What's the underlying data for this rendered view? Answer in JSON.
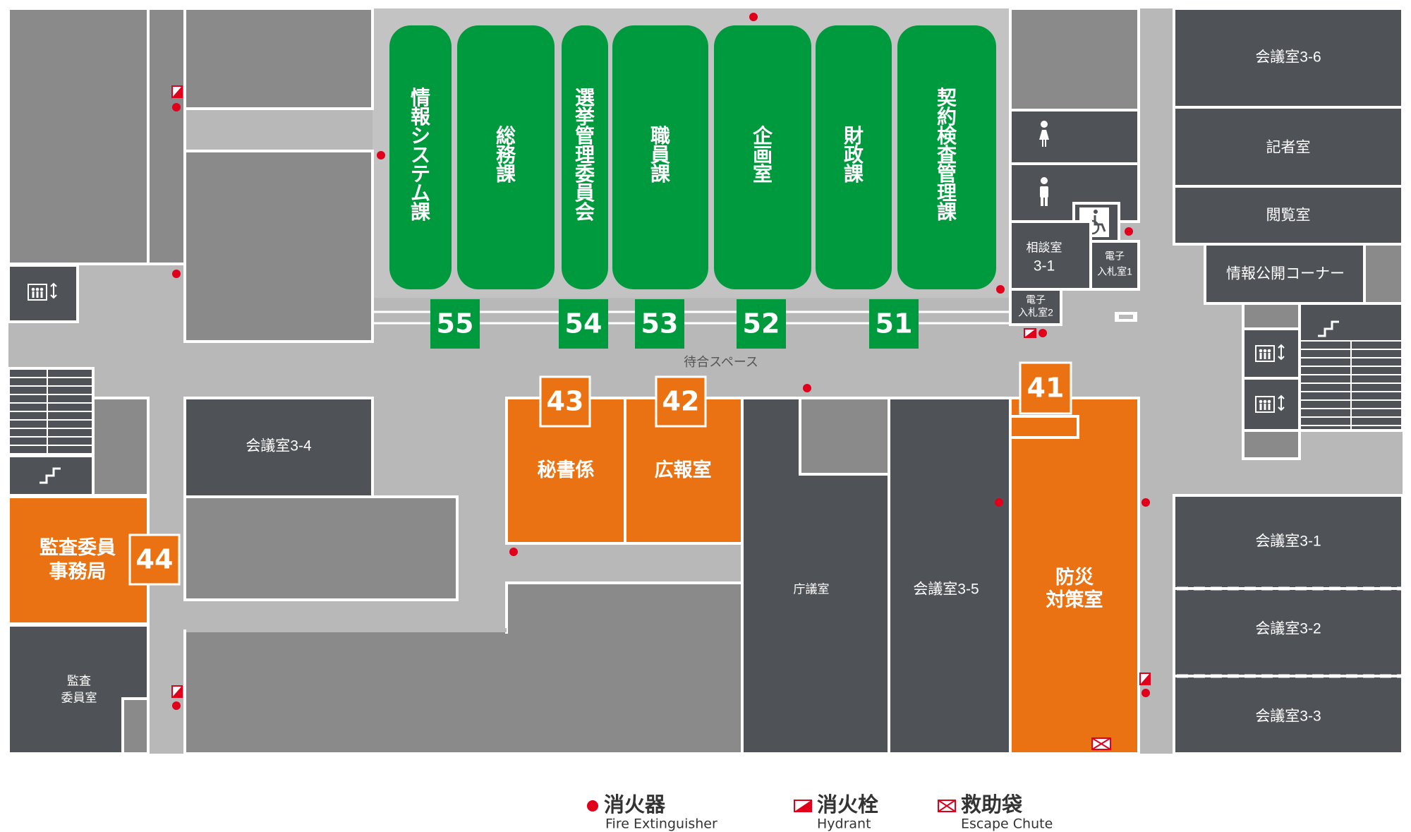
{
  "rooms": {
    "kaigi_3_6": "会議室3-6",
    "kishashitsu": "記者室",
    "etsuranshitsu": "閲覧室",
    "joho_kokai": "情報公開コーナー",
    "sodan_3_1": [
      "相談室",
      "3-1"
    ],
    "denshi_1": [
      "電子",
      "入札室1"
    ],
    "denshi_2": [
      "電子",
      "入札室2"
    ],
    "kaigi_3_4": "会議室3-4",
    "kaigi_3_5": "会議室3-5",
    "chogishitsu": "庁議室",
    "kaigi_3_1": "会議室3-1",
    "kaigi_3_2": "会議室3-2",
    "kaigi_3_3": "会議室3-3",
    "kansa_iinshitsu": [
      "監査",
      "委員室"
    ],
    "waiting_space": "待合スペース"
  },
  "departments": [
    {
      "id": "joho_system",
      "name": "情報システム課"
    },
    {
      "id": "somu",
      "name": "総務課"
    },
    {
      "id": "senkyo",
      "name": "選挙管理委員会"
    },
    {
      "id": "shokuin",
      "name": "職員課"
    },
    {
      "id": "kikaku",
      "name": "企画室"
    },
    {
      "id": "zaisei",
      "name": "財政課"
    },
    {
      "id": "keiyaku",
      "name": "契約検査管理課"
    }
  ],
  "counters": {
    "c55": "55",
    "c54": "54",
    "c53": "53",
    "c52": "52",
    "c51": "51",
    "c43": "43",
    "c42": "42",
    "c41": "41",
    "c44": "44"
  },
  "orange_rooms": {
    "hishokakari": "秘書係",
    "kohoshitsu": "広報室",
    "bosai": [
      "防災",
      "対策室"
    ],
    "kansa_jimukyoku": [
      "監査委員",
      "事務局"
    ]
  },
  "legend": {
    "extinguisher": {
      "jp": "消火器",
      "en": "Fire Extinguisher"
    },
    "hydrant": {
      "jp": "消火栓",
      "en": "Hydrant"
    },
    "chute": {
      "jp": "救助袋",
      "en": "Escape Chute"
    }
  },
  "colors": {
    "green": "#009a3e",
    "orange": "#eb7212",
    "dark": "#4f5257",
    "mid": "#8a8a8a",
    "corridor": "#b8b8b8",
    "marker": "#e0001b"
  }
}
